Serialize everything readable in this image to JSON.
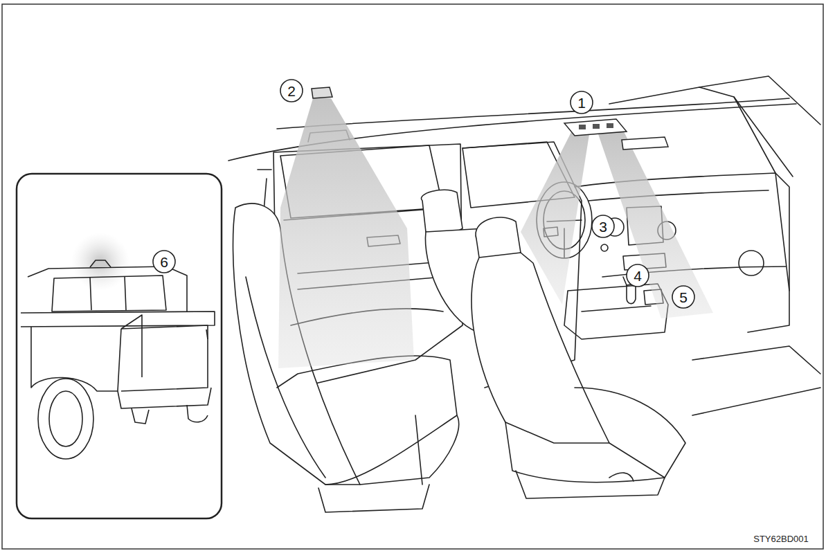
{
  "diagram": {
    "labels": [
      "1",
      "2",
      "3",
      "4",
      "5",
      "6",
      "STY62BD001"
    ]
  }
}
